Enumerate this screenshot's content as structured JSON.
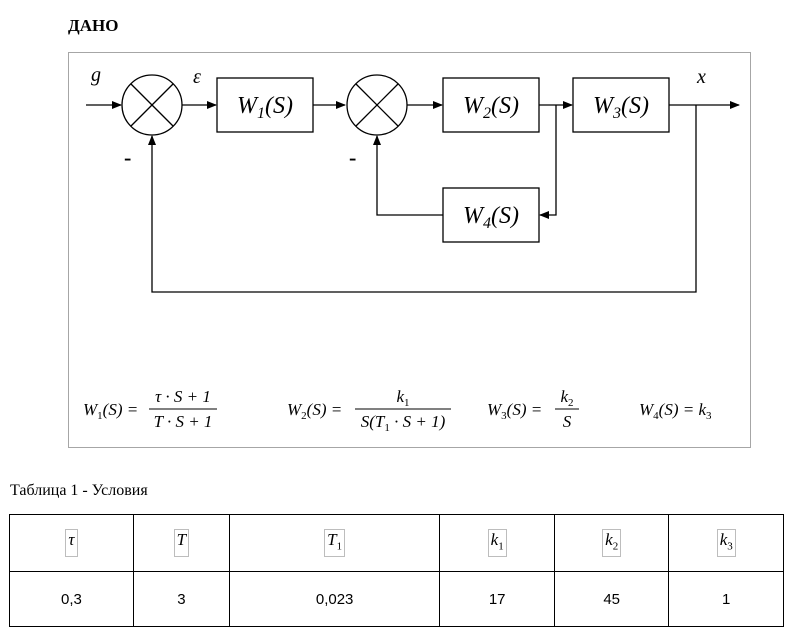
{
  "heading": "ДАНО",
  "diagram": {
    "signals": {
      "input": "g",
      "error": "ε",
      "output": "x"
    },
    "minus_sign": "-",
    "blocks": [
      {
        "id": "W1",
        "base": "W",
        "sub": "1",
        "arg": "(S)"
      },
      {
        "id": "W2",
        "base": "W",
        "sub": "2",
        "arg": "(S)"
      },
      {
        "id": "W3",
        "base": "W",
        "sub": "3",
        "arg": "(S)"
      },
      {
        "id": "W4",
        "base": "W",
        "sub": "4",
        "arg": "(S)"
      }
    ]
  },
  "formulas": {
    "w1": {
      "lhs_base": "W",
      "lhs_sub": "1",
      "lhs_arg": "(S) =",
      "num": "τ · S + 1",
      "den": "T · S + 1"
    },
    "w2": {
      "lhs_base": "W",
      "lhs_sub": "2",
      "lhs_arg": "(S) =",
      "num_base": "k",
      "num_sub": "1",
      "den_pre": "S(T",
      "den_sub": "1",
      "den_post": " · S + 1)"
    },
    "w3": {
      "lhs_base": "W",
      "lhs_sub": "3",
      "lhs_arg": "(S) =",
      "num_base": "k",
      "num_sub": "2",
      "den": "S"
    },
    "w4": {
      "lhs_base": "W",
      "lhs_sub": "4",
      "lhs_arg": "(S) = ",
      "rhs_base": "k",
      "rhs_sub": "3"
    }
  },
  "table": {
    "caption": "Таблица 1 - Условия",
    "headers": [
      {
        "base": "τ",
        "sub": ""
      },
      {
        "base": "T",
        "sub": ""
      },
      {
        "base": "T",
        "sub": "1"
      },
      {
        "base": "k",
        "sub": "1"
      },
      {
        "base": "k",
        "sub": "2"
      },
      {
        "base": "k",
        "sub": "3"
      }
    ],
    "values": [
      "0,3",
      "3",
      "0,023",
      "17",
      "45",
      "1"
    ]
  }
}
